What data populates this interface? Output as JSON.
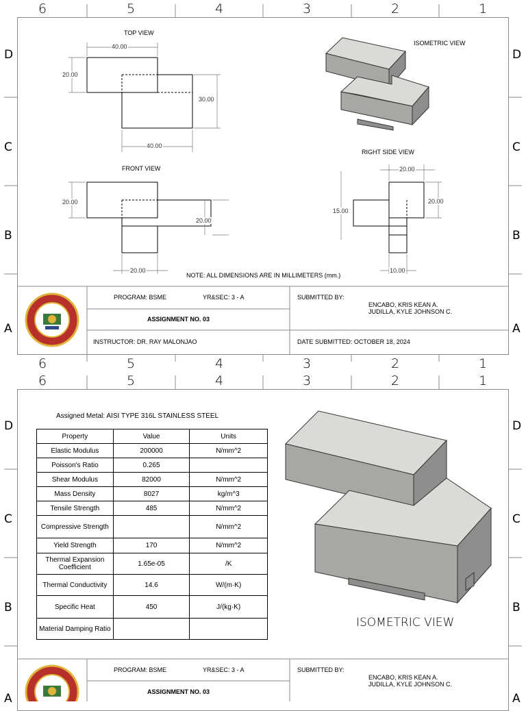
{
  "zones": {
    "numbers": [
      "6",
      "5",
      "4",
      "3",
      "2",
      "1"
    ],
    "letters_top": [
      "D",
      "C",
      "B",
      "A"
    ],
    "letters_bottom": [
      "D",
      "C",
      "B",
      "A"
    ]
  },
  "sheet1": {
    "views": {
      "top": "TOP VIEW",
      "front": "FRONT VIEW",
      "right": "RIGHT SIDE VIEW",
      "iso": "ISOMETRIC VIEW"
    },
    "dims": {
      "top_width": "40.00",
      "top_height": "20.00",
      "top_right_height": "30.00",
      "top_bottom_width": "40.00",
      "front_left_height": "20.00",
      "front_right_height": "20.00",
      "front_bottom_width": "20.00",
      "right_top_width": "20.00",
      "right_left_height": "15.00",
      "right_right_height": "20.00",
      "right_bottom_width": "10.00"
    },
    "note": "NOTE: ALL DIMENSIONS ARE IN MILLIMETERS (mm.)"
  },
  "title_block": {
    "program": "PROGRAM: BSME",
    "yrsec": "YR&SEC: 3 - A",
    "assignment": "ASSIGNMENT NO. 03",
    "instructor": "INSTRUCTOR: DR. RAY MALONJAO",
    "submitted_by": "SUBMITTED BY:",
    "name1": "ENCABO, KRIS KEAN A.",
    "name2": "JUDILLA, KYLE JOHNSON C.",
    "date": "DATE SUBMITTED: OCTOBER 18, 2024"
  },
  "sheet2": {
    "assigned_metal": "Assigned Metal: AISI TYPE 316L STAINLESS STEEL",
    "headers": [
      "Property",
      "Value",
      "Units"
    ],
    "rows": [
      {
        "property": "Elastic Modulus",
        "value": "200000",
        "units": "N/mm^2"
      },
      {
        "property": "Poisson's Ratio",
        "value": "0.265",
        "units": ""
      },
      {
        "property": "Shear Modulus",
        "value": "82000",
        "units": "N/mm^2"
      },
      {
        "property": "Mass Density",
        "value": "8027",
        "units": "kg/m^3"
      },
      {
        "property": "Tensile Strength",
        "value": "485",
        "units": "N/mm^2"
      },
      {
        "property": "Compressive Strength",
        "value": "",
        "units": "N/mm^2"
      },
      {
        "property": "Yield Strength",
        "value": "170",
        "units": "N/mm^2"
      },
      {
        "property": "Thermal Expansion Coefficient",
        "value": "1.65e-05",
        "units": "/K"
      },
      {
        "property": "Thermal Conductivity",
        "value": "14.6",
        "units": "W/(m·K)"
      },
      {
        "property": "Specific Heat",
        "value": "450",
        "units": "J/(kg·K)"
      },
      {
        "property": "Material Damping Ratio",
        "value": "",
        "units": ""
      }
    ],
    "iso_label": "ISOMETRIC VIEW"
  },
  "colors": {
    "box_top": "#dcdad6",
    "box_side": "#8f8e8c",
    "box_front": "#a8a7a4",
    "seal_red": "#b8302a",
    "seal_gold": "#e0b33a"
  }
}
